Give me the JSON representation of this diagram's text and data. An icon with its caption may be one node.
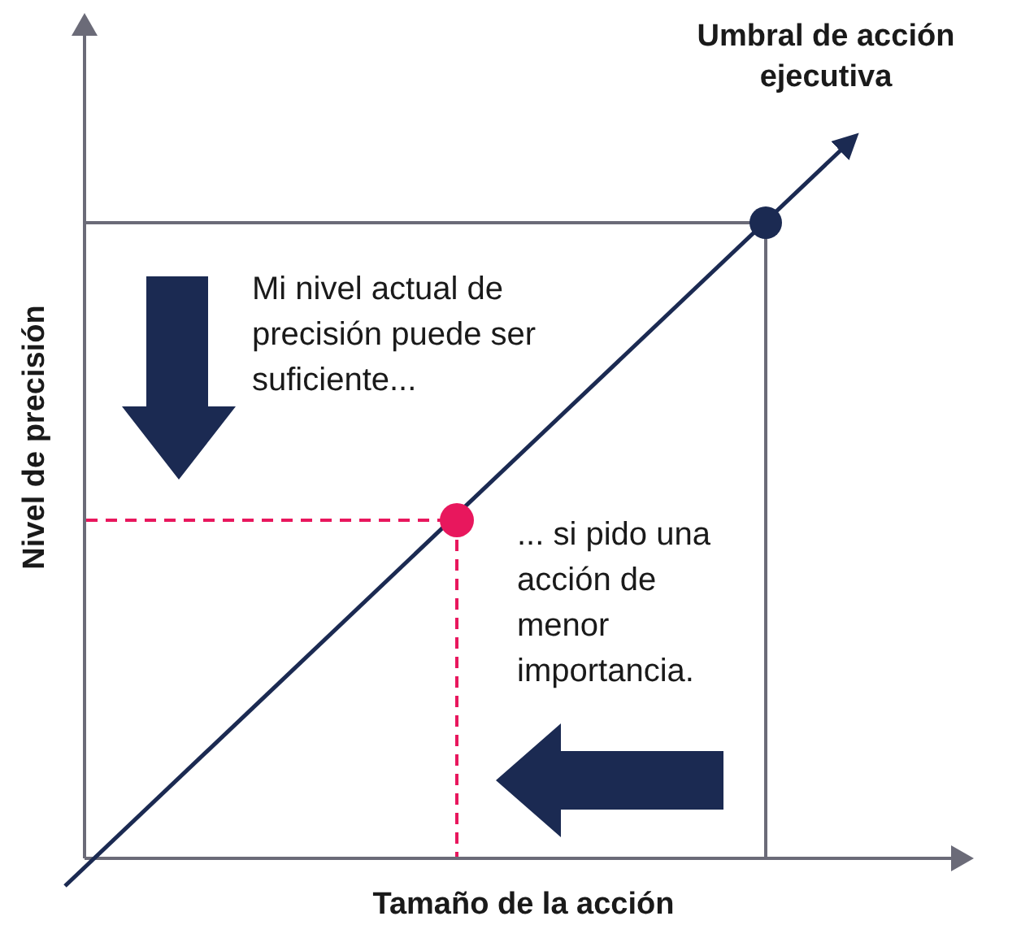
{
  "diagram": {
    "labels": [
      "Umbral de acción ejecutiva",
      "Nivel de precisión",
      "Mi nivel actual de precisión puede ser suficiente...",
      "... si pido una acción de menor importancia.",
      "Tamaño de la acción"
    ]
  }
}
